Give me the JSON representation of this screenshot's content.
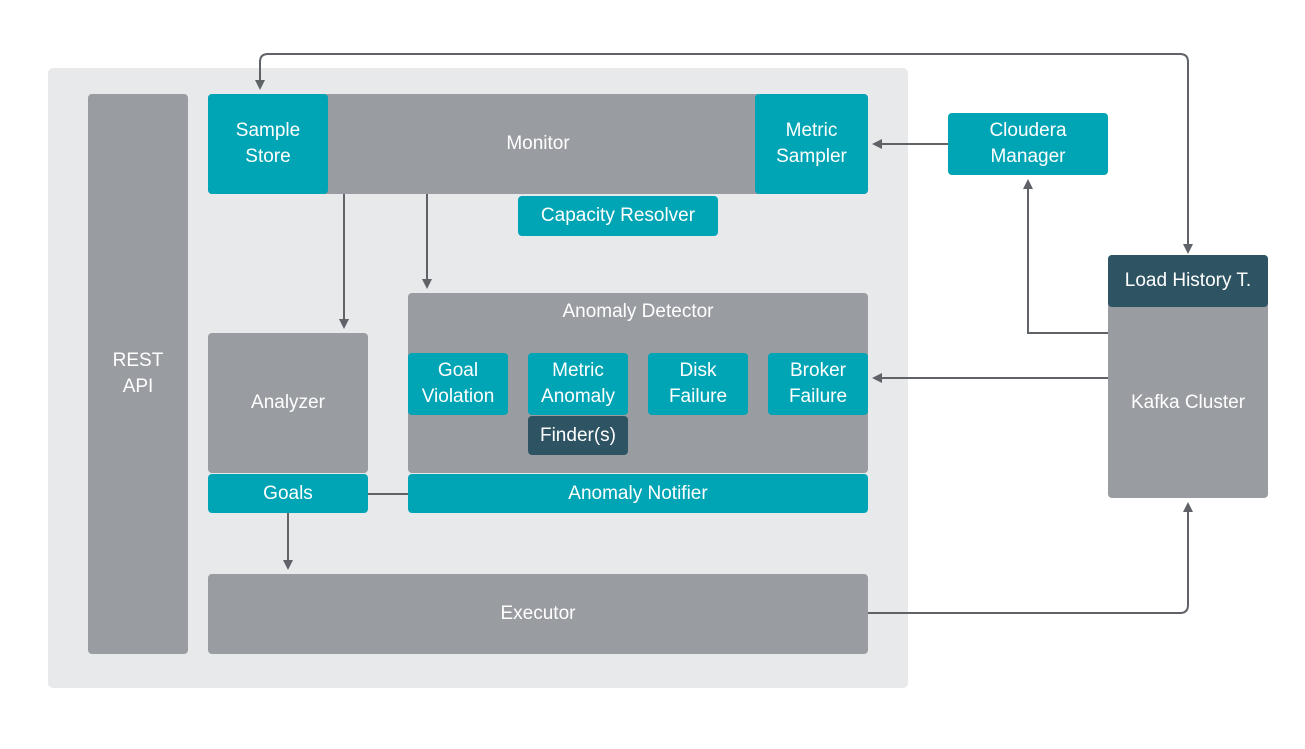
{
  "colors": {
    "background": "#ffffff",
    "container": "#e8e9eb",
    "gray_block": "#999ca1",
    "teal_block": "#00a5b5",
    "dark_block": "#2e5463",
    "arrow": "#5f6368"
  },
  "rest_api": "REST\nAPI",
  "monitor": "Monitor",
  "sample_store": "Sample\nStore",
  "metric_sampler": "Metric\nSampler",
  "capacity_resolver": "Capacity Resolver",
  "cloudera_manager": "Cloudera\nManager",
  "analyzer": "Analyzer",
  "goals": "Goals",
  "anomaly_detector": {
    "title": "Anomaly Detector",
    "goal_violation": "Goal\nViolation",
    "metric_anomaly": "Metric\nAnomaly",
    "finders": "Finder(s)",
    "disk_failure": "Disk\nFailure",
    "broker_failure": "Broker\nFailure"
  },
  "anomaly_notifier": "Anomaly Notifier",
  "executor": "Executor",
  "load_history": "Load History T.",
  "kafka_cluster": "Kafka Cluster"
}
